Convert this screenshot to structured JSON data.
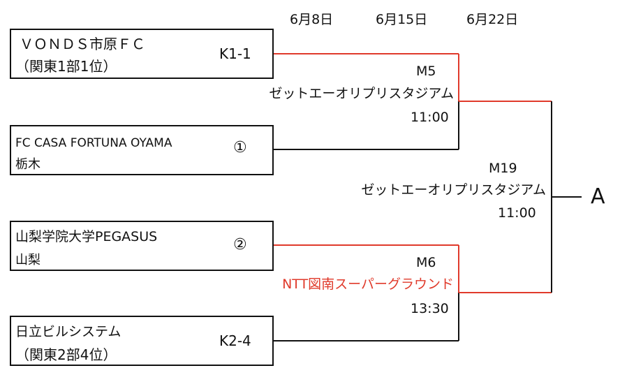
{
  "dates": [
    "6月8日",
    "6月15日",
    "6月22日"
  ],
  "teams": [
    {
      "name": "ＶＯＮＤＳ市原ＦＣ",
      "sub": "（関東1部1位）",
      "seed": "K1-1"
    },
    {
      "name": "FC CASA FORTUNA OYAMA",
      "sub": "栃木",
      "seed": "①"
    },
    {
      "name": "山梨学院大学PEGASUS",
      "sub": "山梨",
      "seed": "②"
    },
    {
      "name": "日立ビルシステム",
      "sub": "（関東2部4位）",
      "seed": "K2-4"
    }
  ],
  "matches": [
    {
      "id": "M5",
      "venue": "ゼットエーオリプリスタジアム",
      "time": "11:00"
    },
    {
      "id": "M6",
      "venue": "NTT図南スーパーグラウンド",
      "time": "13:30"
    },
    {
      "id": "M19",
      "venue": "ゼットエーオリプリスタジアム",
      "time": "11:00"
    }
  ],
  "winner_slot": "A",
  "colors": {
    "line": "#111111",
    "win_line": "#e03a2b",
    "venue_highlight": "#e03a2b"
  }
}
